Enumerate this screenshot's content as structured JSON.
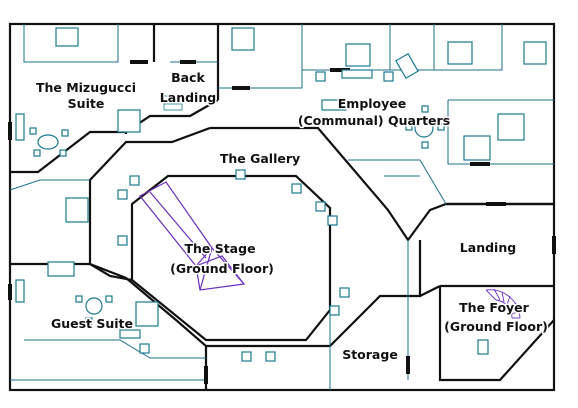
{
  "rooms": {
    "mizugucci_suite": {
      "line1": "The Mizugucci",
      "line2": "Suite"
    },
    "back_landing": {
      "line1": "Back",
      "line2": "Landing"
    },
    "employee_quarters": {
      "line1": "Employee",
      "line2": "(Communal) Quarters"
    },
    "the_gallery": {
      "label": "The Gallery"
    },
    "the_stage": {
      "line1": "The Stage",
      "line2": "(Ground Floor)"
    },
    "landing": {
      "label": "Landing"
    },
    "guest_suite": {
      "label": "Guest Suite"
    },
    "storage": {
      "label": "Storage"
    },
    "the_foyer": {
      "line1": "The Foyer",
      "line2": "(Ground Floor)"
    }
  },
  "colors": {
    "walls": "#111111",
    "furniture": "#1a7a90",
    "stage_and_stairs": "#6b2fbf",
    "background": "#ffffff"
  }
}
